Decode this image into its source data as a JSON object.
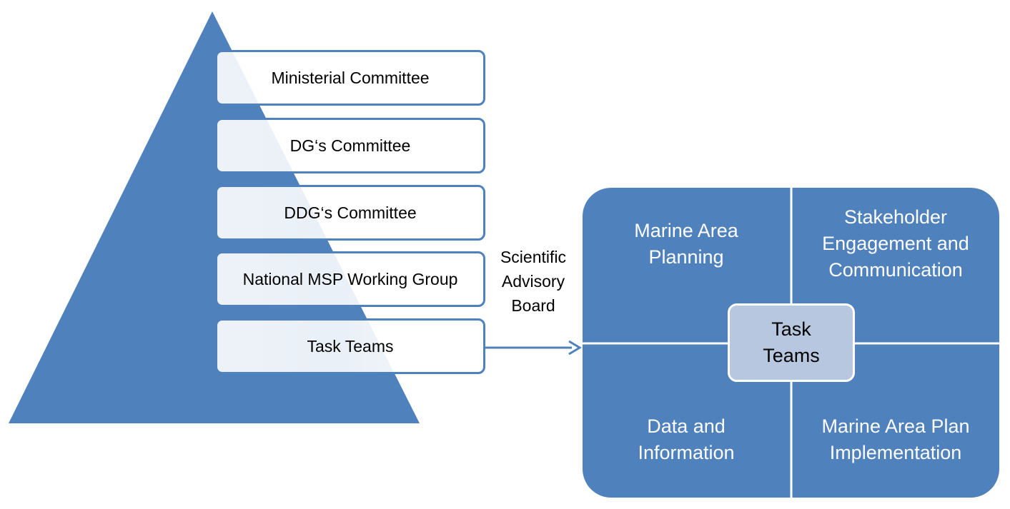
{
  "hierarchy": {
    "levels": [
      "Ministerial Committee",
      "DG‘s Committee",
      "DDG‘s Committee",
      "National MSP Working Group",
      "Task Teams"
    ]
  },
  "advisory": {
    "lines": [
      "Scientific",
      "Advisory",
      "Board"
    ]
  },
  "task_teams": {
    "center": [
      "Task",
      "Teams"
    ],
    "quadrants": {
      "top_left": [
        "Marine Area",
        "Planning"
      ],
      "top_right": [
        "Stakeholder",
        "Engagement and",
        "Communication"
      ],
      "bottom_left": [
        "Data and",
        "Information"
      ],
      "bottom_right": [
        "Marine Area Plan",
        "Implementation"
      ]
    }
  },
  "colors": {
    "primary_blue": "#4f81bd",
    "light_blue": "#b8c7e0",
    "white": "#ffffff"
  }
}
